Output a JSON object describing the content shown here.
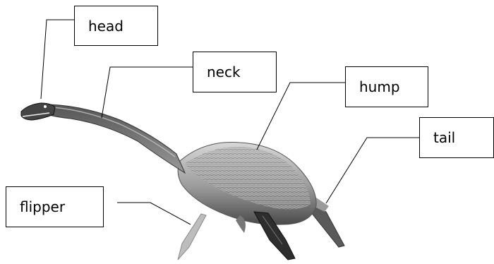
{
  "diagram": {
    "labels": {
      "head": "head",
      "neck": "neck",
      "hump": "hump",
      "tail": "tail",
      "flipper": "flipper"
    },
    "colors": {
      "line": "#000000",
      "body_dark": "#3a3a3a",
      "body_mid": "#8a8a8a",
      "body_light": "#c8c8c8"
    }
  }
}
